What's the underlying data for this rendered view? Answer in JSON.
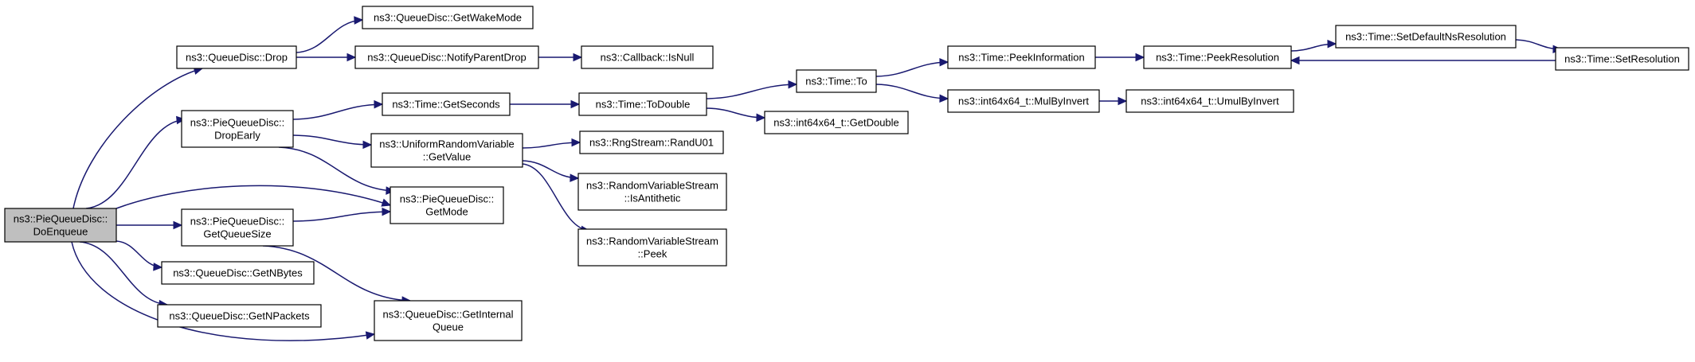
{
  "colors": {
    "edge": "#191970",
    "node_border": "#000000",
    "root_fill": "#bfbfbf",
    "node_fill": "#ffffff"
  },
  "nodes": [
    {
      "id": "root",
      "lines": [
        "ns3::PieQueueDisc::",
        "DoEnqueue"
      ],
      "root": true
    },
    {
      "id": "drop",
      "lines": [
        "ns3::QueueDisc::Drop"
      ]
    },
    {
      "id": "getwakemode",
      "lines": [
        "ns3::QueueDisc::GetWakeMode"
      ]
    },
    {
      "id": "notifyparentdrop",
      "lines": [
        "ns3::QueueDisc::NotifyParentDrop"
      ]
    },
    {
      "id": "isnull",
      "lines": [
        "ns3::Callback::IsNull"
      ]
    },
    {
      "id": "dropearly",
      "lines": [
        "ns3::PieQueueDisc::",
        "DropEarly"
      ]
    },
    {
      "id": "getseconds",
      "lines": [
        "ns3::Time::GetSeconds"
      ]
    },
    {
      "id": "todouble",
      "lines": [
        "ns3::Time::ToDouble"
      ]
    },
    {
      "id": "to",
      "lines": [
        "ns3::Time::To"
      ]
    },
    {
      "id": "peekinformation",
      "lines": [
        "ns3::Time::PeekInformation"
      ]
    },
    {
      "id": "peekresolution",
      "lines": [
        "ns3::Time::PeekResolution"
      ]
    },
    {
      "id": "setdefaultns",
      "lines": [
        "ns3::Time::SetDefaultNsResolution"
      ]
    },
    {
      "id": "setresolution",
      "lines": [
        "ns3::Time::SetResolution"
      ]
    },
    {
      "id": "mulbyinvert",
      "lines": [
        "ns3::int64x64_t::MulByInvert"
      ]
    },
    {
      "id": "umulbyinvert",
      "lines": [
        "ns3::int64x64_t::UmulByInvert"
      ]
    },
    {
      "id": "getdouble",
      "lines": [
        "ns3::int64x64_t::GetDouble"
      ]
    },
    {
      "id": "getvalue",
      "lines": [
        "ns3::UniformRandomVariable",
        "::GetValue"
      ]
    },
    {
      "id": "randu01",
      "lines": [
        "ns3::RngStream::RandU01"
      ]
    },
    {
      "id": "isantithetic",
      "lines": [
        "ns3::RandomVariableStream",
        "::IsAntithetic"
      ]
    },
    {
      "id": "peek",
      "lines": [
        "ns3::RandomVariableStream",
        "::Peek"
      ]
    },
    {
      "id": "getmode",
      "lines": [
        "ns3::PieQueueDisc::",
        "GetMode"
      ]
    },
    {
      "id": "getqueuesize",
      "lines": [
        "ns3::PieQueueDisc::",
        "GetQueueSize"
      ]
    },
    {
      "id": "getnbytes",
      "lines": [
        "ns3::QueueDisc::GetNBytes"
      ]
    },
    {
      "id": "getnpackets",
      "lines": [
        "ns3::QueueDisc::GetNPackets"
      ]
    },
    {
      "id": "getinternalqueue",
      "lines": [
        "ns3::QueueDisc::GetInternal",
        "Queue"
      ]
    }
  ],
  "edges": [
    {
      "from": "root",
      "to": "drop"
    },
    {
      "from": "root",
      "to": "dropearly"
    },
    {
      "from": "root",
      "to": "getmode"
    },
    {
      "from": "root",
      "to": "getqueuesize"
    },
    {
      "from": "root",
      "to": "getnbytes"
    },
    {
      "from": "root",
      "to": "getnpackets"
    },
    {
      "from": "root",
      "to": "getinternalqueue"
    },
    {
      "from": "drop",
      "to": "getwakemode"
    },
    {
      "from": "drop",
      "to": "notifyparentdrop"
    },
    {
      "from": "notifyparentdrop",
      "to": "isnull"
    },
    {
      "from": "dropearly",
      "to": "getseconds"
    },
    {
      "from": "dropearly",
      "to": "getvalue"
    },
    {
      "from": "dropearly",
      "to": "getmode"
    },
    {
      "from": "getseconds",
      "to": "todouble"
    },
    {
      "from": "todouble",
      "to": "to"
    },
    {
      "from": "todouble",
      "to": "getdouble"
    },
    {
      "from": "to",
      "to": "peekinformation"
    },
    {
      "from": "to",
      "to": "mulbyinvert"
    },
    {
      "from": "peekinformation",
      "to": "peekresolution"
    },
    {
      "from": "peekresolution",
      "to": "setdefaultns"
    },
    {
      "from": "setdefaultns",
      "to": "setresolution"
    },
    {
      "from": "setresolution",
      "to": "peekresolution"
    },
    {
      "from": "mulbyinvert",
      "to": "umulbyinvert"
    },
    {
      "from": "getvalue",
      "to": "randu01"
    },
    {
      "from": "getvalue",
      "to": "isantithetic"
    },
    {
      "from": "getvalue",
      "to": "peek"
    },
    {
      "from": "getqueuesize",
      "to": "getmode"
    },
    {
      "from": "getqueuesize",
      "to": "getinternalqueue"
    }
  ]
}
